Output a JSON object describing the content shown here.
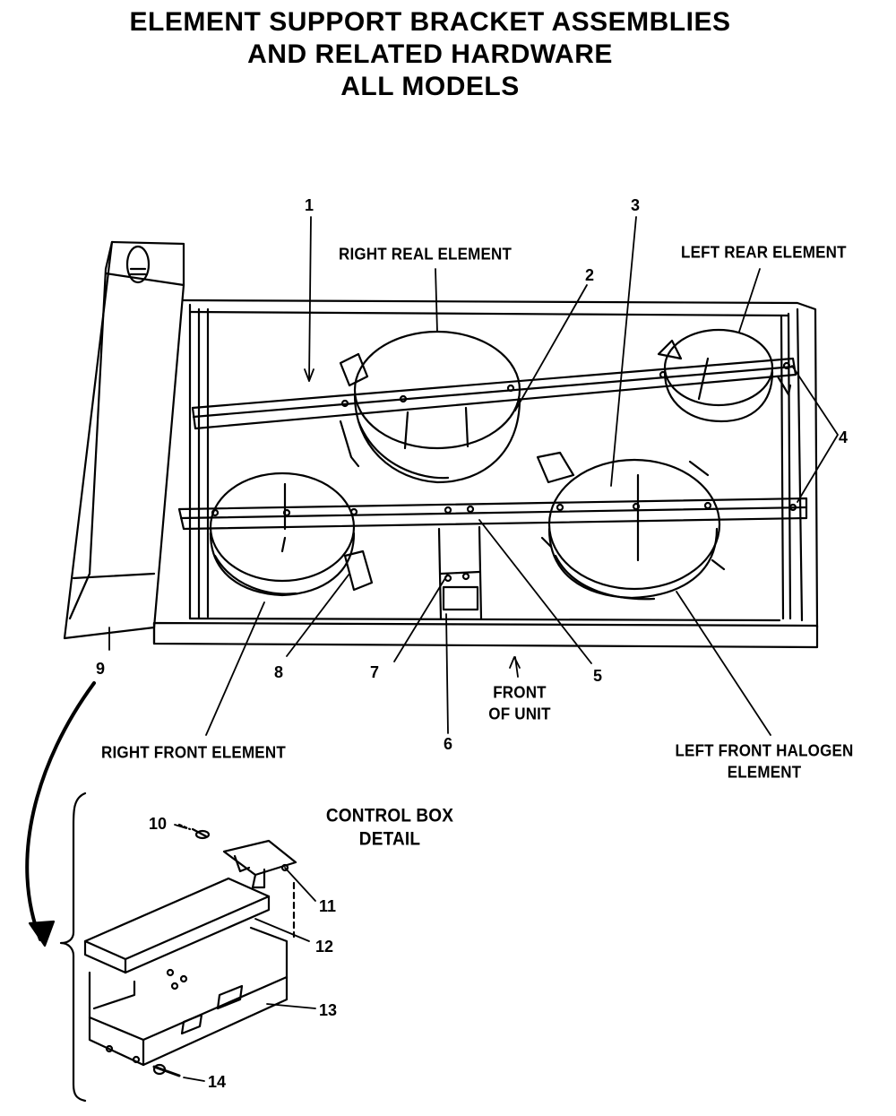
{
  "title": {
    "line1": "ELEMENT SUPPORT BRACKET ASSEMBLIES",
    "line2": "AND RELATED HARDWARE",
    "line3": "ALL MODELS"
  },
  "labels": {
    "right_rear": "RIGHT REAL ELEMENT",
    "left_rear": "LEFT REAR ELEMENT",
    "right_front": "RIGHT FRONT ELEMENT",
    "left_front_1": "LEFT FRONT HALOGEN",
    "left_front_2": "ELEMENT",
    "front_1": "FRONT",
    "front_2": "OF UNIT",
    "control_1": "CONTROL BOX",
    "control_2": "DETAIL"
  },
  "callouts": {
    "c1": "1",
    "c2": "2",
    "c3": "3",
    "c4": "4",
    "c5": "5",
    "c6": "6",
    "c7": "7",
    "c8": "8",
    "c9": "9",
    "c10": "10",
    "c11": "11",
    "c12": "12",
    "c13": "13",
    "c14": "14"
  }
}
